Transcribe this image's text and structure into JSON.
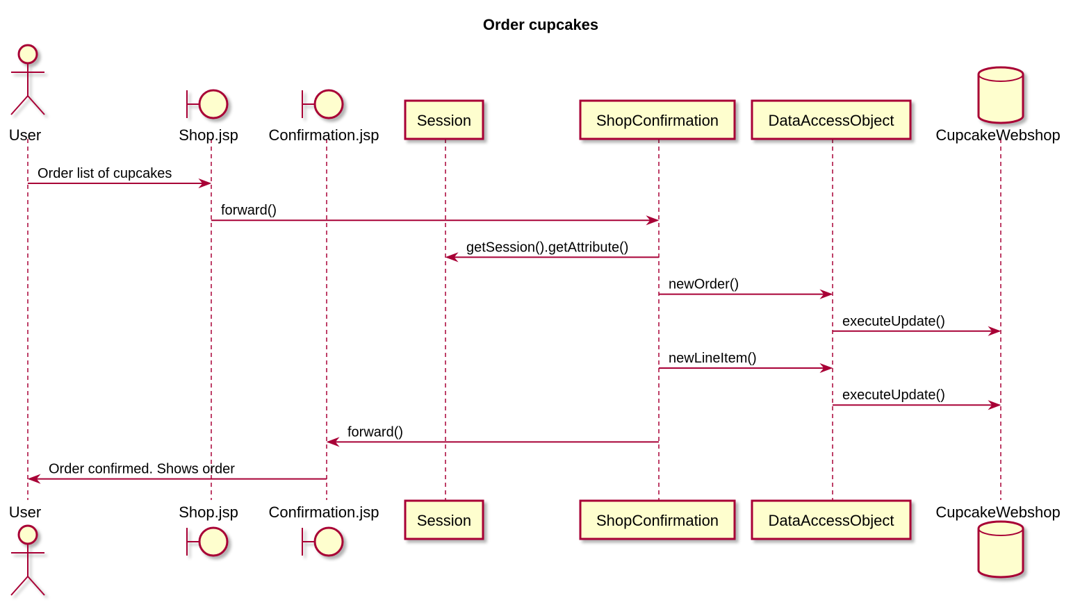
{
  "title": "Order cupcakes",
  "participants": [
    {
      "id": "user",
      "label": "User",
      "kind": "actor"
    },
    {
      "id": "shop",
      "label": "Shop.jsp",
      "kind": "boundary"
    },
    {
      "id": "confirmation",
      "label": "Confirmation.jsp",
      "kind": "boundary"
    },
    {
      "id": "session",
      "label": "Session",
      "kind": "participant"
    },
    {
      "id": "shopconfirmation",
      "label": "ShopConfirmation",
      "kind": "participant"
    },
    {
      "id": "dao",
      "label": "DataAccessObject",
      "kind": "participant"
    },
    {
      "id": "db",
      "label": "CupcakeWebshop",
      "kind": "database"
    }
  ],
  "messages": [
    {
      "from": "user",
      "to": "shop",
      "label": "Order list of cupcakes"
    },
    {
      "from": "shop",
      "to": "shopconfirmation",
      "label": "forward()"
    },
    {
      "from": "shopconfirmation",
      "to": "session",
      "label": "getSession().getAttribute()"
    },
    {
      "from": "shopconfirmation",
      "to": "dao",
      "label": "newOrder()"
    },
    {
      "from": "dao",
      "to": "db",
      "label": "executeUpdate()"
    },
    {
      "from": "shopconfirmation",
      "to": "dao",
      "label": "newLineItem()"
    },
    {
      "from": "dao",
      "to": "db",
      "label": "executeUpdate()"
    },
    {
      "from": "shopconfirmation",
      "to": "confirmation",
      "label": "forward()"
    },
    {
      "from": "confirmation",
      "to": "user",
      "label": "Order confirmed. Shows order"
    }
  ],
  "colors": {
    "line": "#A80036",
    "fill": "#FEFECE"
  }
}
